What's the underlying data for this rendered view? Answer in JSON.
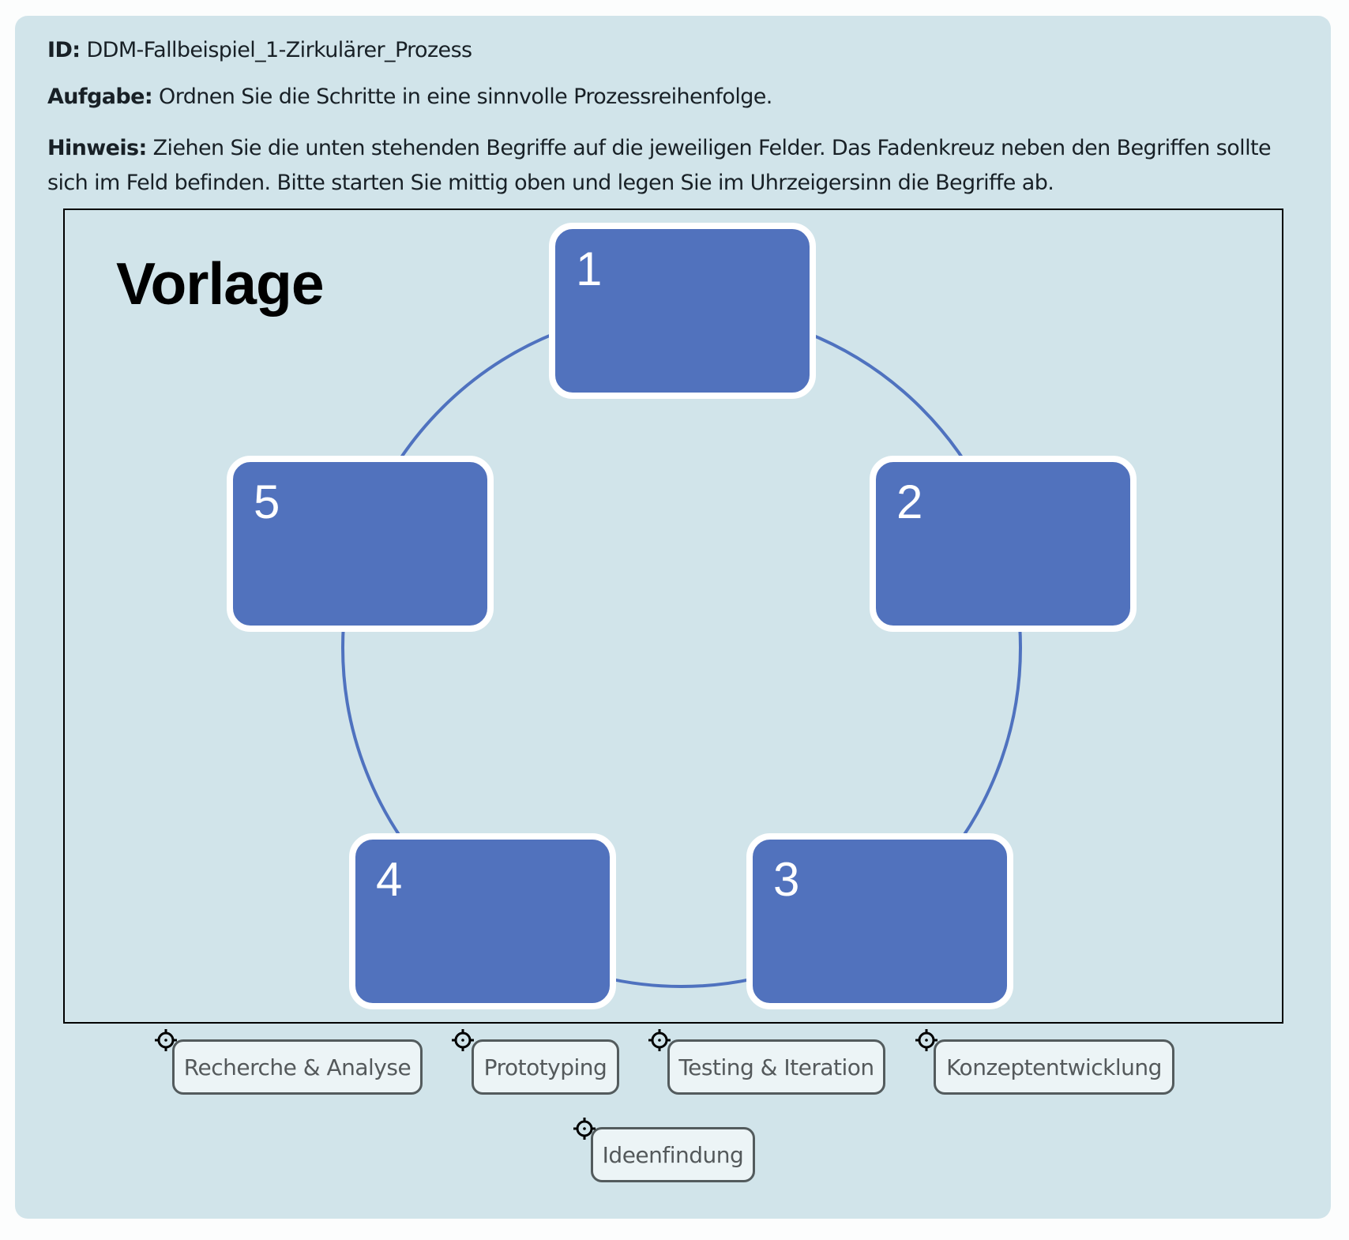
{
  "header": {
    "id_label": "ID:",
    "id_value": "DDM-Fallbeispiel_1-Zirkulärer_Prozess",
    "task_label": "Aufgabe:",
    "task_value": "Ordnen Sie die Schritte in eine sinnvolle Prozessreihenfolge.",
    "hint_label": "Hinweis:",
    "hint_value": "Ziehen Sie die unten stehenden Begriffe auf die jeweiligen Felder. Das Fadenkreuz neben den Begriffen sollte sich im Feld befinden. Bitte starten Sie mittig oben und legen Sie im Uhrzeigersinn die Begriffe ab."
  },
  "diagram": {
    "title": "Vorlage",
    "slots": [
      {
        "number": "1"
      },
      {
        "number": "2"
      },
      {
        "number": "3"
      },
      {
        "number": "4"
      },
      {
        "number": "5"
      }
    ],
    "colors": {
      "slot_fill": "#5172bd",
      "slot_border": "#ffffff",
      "arc": "#4f72bf",
      "panel": "#d1e4ea"
    }
  },
  "draggables": [
    {
      "label": "Recherche & Analyse",
      "icon": "crosshair-icon"
    },
    {
      "label": "Prototyping",
      "icon": "crosshair-icon"
    },
    {
      "label": "Testing & Iteration",
      "icon": "crosshair-icon"
    },
    {
      "label": "Konzeptentwicklung",
      "icon": "crosshair-icon"
    },
    {
      "label": "Ideenfindung",
      "icon": "crosshair-icon"
    }
  ]
}
